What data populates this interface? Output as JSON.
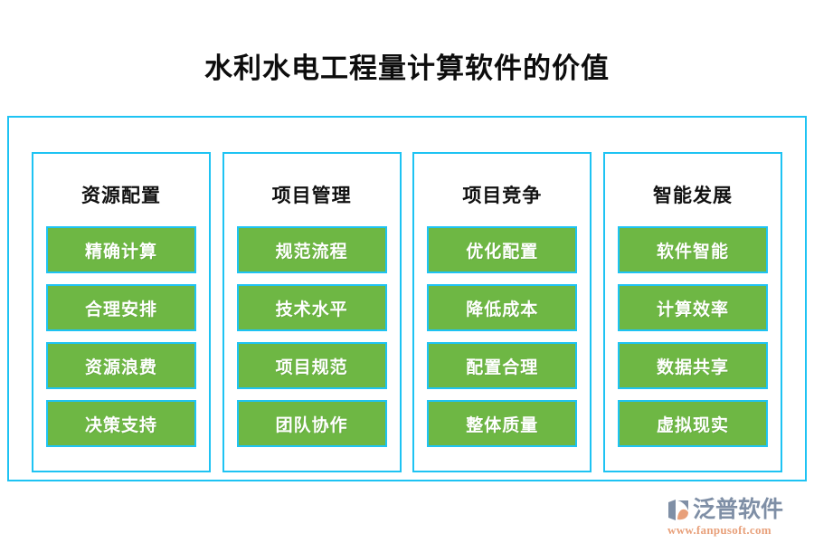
{
  "page": {
    "title": "水利水电工程量计算软件的价值",
    "accent_border": "#1ec3f3",
    "item_fill": "#6eb744",
    "title_color": "#0d0d0d"
  },
  "columns": [
    {
      "header": "资源配置",
      "items": [
        "精确计算",
        "合理安排",
        "资源浪费",
        "决策支持"
      ]
    },
    {
      "header": "项目管理",
      "items": [
        "规范流程",
        "技术水平",
        "项目规范",
        "团队协作"
      ]
    },
    {
      "header": "项目竞争",
      "items": [
        "优化配置",
        "降低成本",
        "配置合理",
        "整体质量"
      ]
    },
    {
      "header": "智能发展",
      "items": [
        "软件智能",
        "计算效率",
        "数据共享",
        "虚拟现实"
      ]
    }
  ],
  "logo": {
    "name": "泛普软件",
    "url": "www.fanpusoft.com",
    "mark_color": "#7f8fa6",
    "mark_accent": "#e8a07a",
    "text_color": "#7f8fa6",
    "url_color": "#e8a07a"
  }
}
